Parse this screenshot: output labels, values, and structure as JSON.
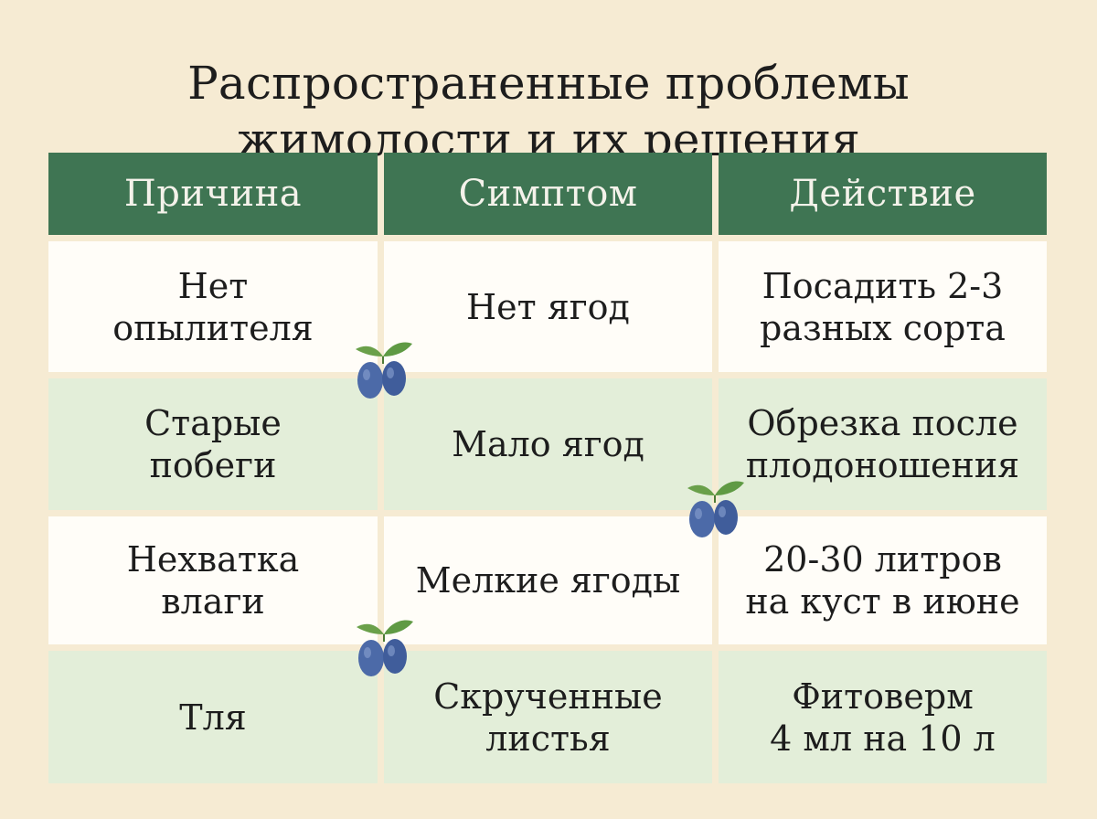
{
  "title": {
    "line1": "Распространенные проблемы",
    "line2": "жимолости и их решения"
  },
  "table": {
    "headers": [
      "Причина",
      "Симптом",
      "Действие"
    ],
    "rows": [
      {
        "cause": "Нет\nопылителя",
        "symptom": "Нет ягод",
        "action": "Посадить 2-3\nразных сорта"
      },
      {
        "cause": "Старые\nпобеги",
        "symptom": "Мало ягод",
        "action": "Обрезка после\nплодоношения"
      },
      {
        "cause": "Нехватка\nвлаги",
        "symptom": "Мелкие ягоды",
        "action": "20-30 литров\nна куст в июне"
      },
      {
        "cause": "Тля",
        "symptom": "Скрученные\nлистья",
        "action": "Фитоверм\n4 мл на 10 л"
      }
    ]
  },
  "colors": {
    "background": "#f6ebd3",
    "header": "#3f7553",
    "row_light": "#fffdf8",
    "row_green": "#e3eed9",
    "berry": "#4c6aa8",
    "leaf": "#6aa04a"
  },
  "decorations": [
    "honeysuckle-berry-icon",
    "honeysuckle-berry-icon",
    "honeysuckle-berry-icon"
  ]
}
